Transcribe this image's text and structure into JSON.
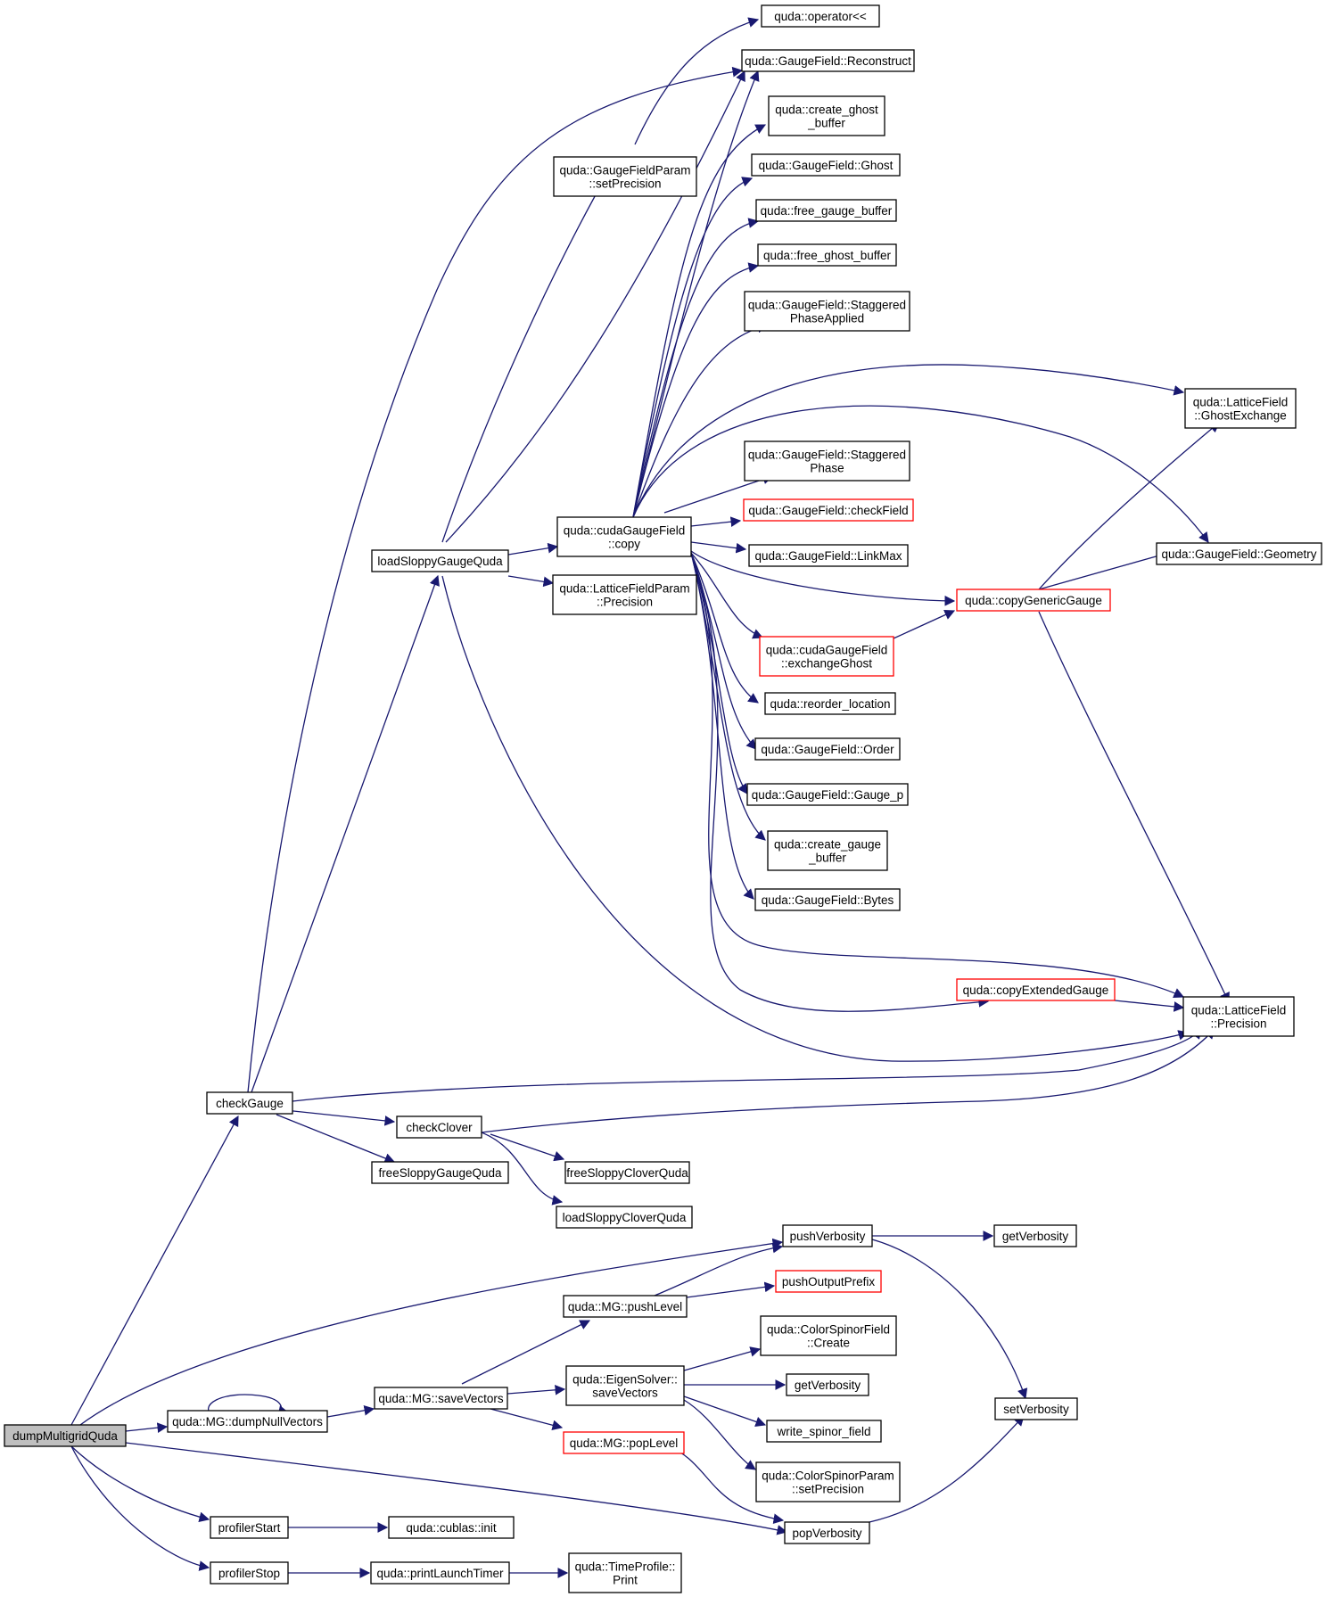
{
  "colors": {
    "edge": "#191970",
    "node_border": "#000000",
    "highlight_border": "#ff0000",
    "root_fill": "#bfbfbf"
  },
  "nodes": [
    {
      "id": "dumpMultigridQuda",
      "lines": [
        "dumpMultigridQuda"
      ],
      "style": "root"
    },
    {
      "id": "checkGauge",
      "lines": [
        "checkGauge"
      ]
    },
    {
      "id": "loadSloppyGaugeQuda",
      "lines": [
        "loadSloppyGaugeQuda"
      ]
    },
    {
      "id": "setPrecision",
      "lines": [
        "quda::GaugeFieldParam",
        "::setPrecision"
      ]
    },
    {
      "id": "operator",
      "lines": [
        "quda::operator<<"
      ]
    },
    {
      "id": "Reconstruct",
      "lines": [
        "quda::GaugeField::Reconstruct"
      ]
    },
    {
      "id": "create_ghost",
      "lines": [
        "quda::create_ghost",
        "_buffer"
      ]
    },
    {
      "id": "Ghost",
      "lines": [
        "quda::GaugeField::Ghost"
      ]
    },
    {
      "id": "free_gauge",
      "lines": [
        "quda::free_gauge_buffer"
      ]
    },
    {
      "id": "free_ghost",
      "lines": [
        "quda::free_ghost_buffer"
      ]
    },
    {
      "id": "StagPhaseApplied",
      "lines": [
        "quda::GaugeField::Staggered",
        "PhaseApplied"
      ]
    },
    {
      "id": "GhostExchange",
      "lines": [
        "quda::LatticeField",
        "::GhostExchange"
      ]
    },
    {
      "id": "StagPhase",
      "lines": [
        "quda::GaugeField::Staggered",
        "Phase"
      ]
    },
    {
      "id": "checkField",
      "lines": [
        "quda::GaugeField::checkField"
      ],
      "style": "red"
    },
    {
      "id": "cudaCopy",
      "lines": [
        "quda::cudaGaugeField",
        "::copy"
      ]
    },
    {
      "id": "LinkMax",
      "lines": [
        "quda::GaugeField::LinkMax"
      ]
    },
    {
      "id": "Geometry",
      "lines": [
        "quda::GaugeField::Geometry"
      ]
    },
    {
      "id": "LFPPrecision",
      "lines": [
        "quda::LatticeFieldParam",
        "::Precision"
      ]
    },
    {
      "id": "copyGeneric",
      "lines": [
        "quda::copyGenericGauge"
      ],
      "style": "red"
    },
    {
      "id": "exchangeGhost",
      "lines": [
        "quda::cudaGaugeField",
        "::exchangeGhost"
      ],
      "style": "red"
    },
    {
      "id": "reorder",
      "lines": [
        "quda::reorder_location"
      ]
    },
    {
      "id": "Order",
      "lines": [
        "quda::GaugeField::Order"
      ]
    },
    {
      "id": "Gauge_p",
      "lines": [
        "quda::GaugeField::Gauge_p"
      ]
    },
    {
      "id": "create_gauge",
      "lines": [
        "quda::create_gauge",
        "_buffer"
      ]
    },
    {
      "id": "Bytes",
      "lines": [
        "quda::GaugeField::Bytes"
      ]
    },
    {
      "id": "copyExtended",
      "lines": [
        "quda::copyExtendedGauge"
      ],
      "style": "red"
    },
    {
      "id": "LFPrecision",
      "lines": [
        "quda::LatticeField",
        "::Precision"
      ]
    },
    {
      "id": "checkClover",
      "lines": [
        "checkClover"
      ]
    },
    {
      "id": "freeSloppyGauge",
      "lines": [
        "freeSloppyGaugeQuda"
      ]
    },
    {
      "id": "freeSloppyClover",
      "lines": [
        "freeSloppyCloverQuda"
      ]
    },
    {
      "id": "loadSloppyClover",
      "lines": [
        "loadSloppyCloverQuda"
      ]
    },
    {
      "id": "pushVerbosity",
      "lines": [
        "pushVerbosity"
      ]
    },
    {
      "id": "getVerbosity1",
      "lines": [
        "getVerbosity"
      ]
    },
    {
      "id": "pushLevel",
      "lines": [
        "quda::MG::pushLevel"
      ]
    },
    {
      "id": "pushOutputPrefix",
      "lines": [
        "pushOutputPrefix"
      ],
      "style": "red"
    },
    {
      "id": "CSFCreate",
      "lines": [
        "quda::ColorSpinorField",
        "::Create"
      ]
    },
    {
      "id": "saveVectors",
      "lines": [
        "quda::MG::saveVectors"
      ]
    },
    {
      "id": "EigenSave",
      "lines": [
        "quda::EigenSolver::",
        "saveVectors"
      ]
    },
    {
      "id": "getVerbosity2",
      "lines": [
        "getVerbosity"
      ]
    },
    {
      "id": "setVerbosity",
      "lines": [
        "setVerbosity"
      ]
    },
    {
      "id": "dumpNull",
      "lines": [
        "quda::MG::dumpNullVectors"
      ]
    },
    {
      "id": "write_spinor",
      "lines": [
        "write_spinor_field"
      ]
    },
    {
      "id": "popLevel",
      "lines": [
        "quda::MG::popLevel"
      ],
      "style": "red"
    },
    {
      "id": "CSPSetPrecision",
      "lines": [
        "quda::ColorSpinorParam",
        "::setPrecision"
      ]
    },
    {
      "id": "profilerStart",
      "lines": [
        "profilerStart"
      ]
    },
    {
      "id": "cublasInit",
      "lines": [
        "quda::cublas::init"
      ]
    },
    {
      "id": "popVerbosity",
      "lines": [
        "popVerbosity"
      ]
    },
    {
      "id": "profilerStop",
      "lines": [
        "profilerStop"
      ]
    },
    {
      "id": "printLaunch",
      "lines": [
        "quda::printLaunchTimer"
      ]
    },
    {
      "id": "TimePrint",
      "lines": [
        "quda::TimeProfile::",
        "Print"
      ]
    }
  ]
}
